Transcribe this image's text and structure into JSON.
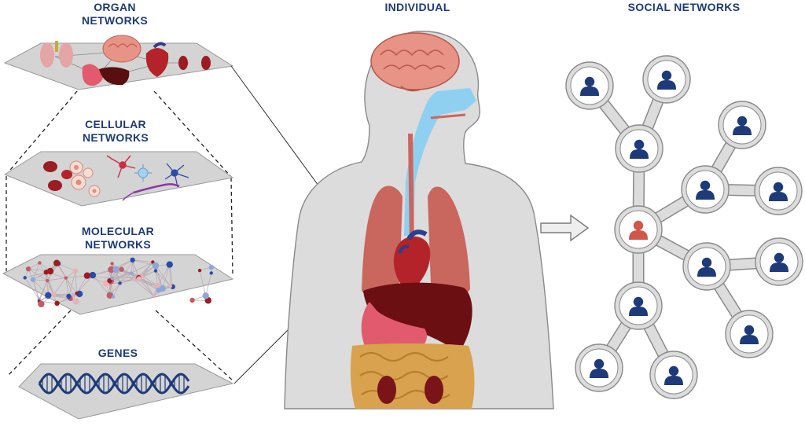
{
  "labels": {
    "organ": [
      "ORGAN",
      "NETWORKS"
    ],
    "cellular": [
      "CELLULAR",
      "NETWORKS"
    ],
    "molecular": [
      "MOLECULAR",
      "NETWORKS"
    ],
    "genes": "GENES",
    "individual": "INDIVIDUAL",
    "social": "SOCIAL NETWORKS"
  },
  "colors": {
    "label": "#1f3a78",
    "plane": "#d4d4d4",
    "body": "#dcdcdc",
    "lung": "#c9665e",
    "heart": "#b4232a",
    "liver": "#6b0f12",
    "brain": "#e79385",
    "airway": "#8fd0f0",
    "person_blue": "#1f3a78",
    "person_center": "#d0574a"
  },
  "icons": [
    "person-icon",
    "arrow-icon",
    "dna-icon",
    "brain-icon",
    "heart-icon",
    "lung-icon"
  ]
}
